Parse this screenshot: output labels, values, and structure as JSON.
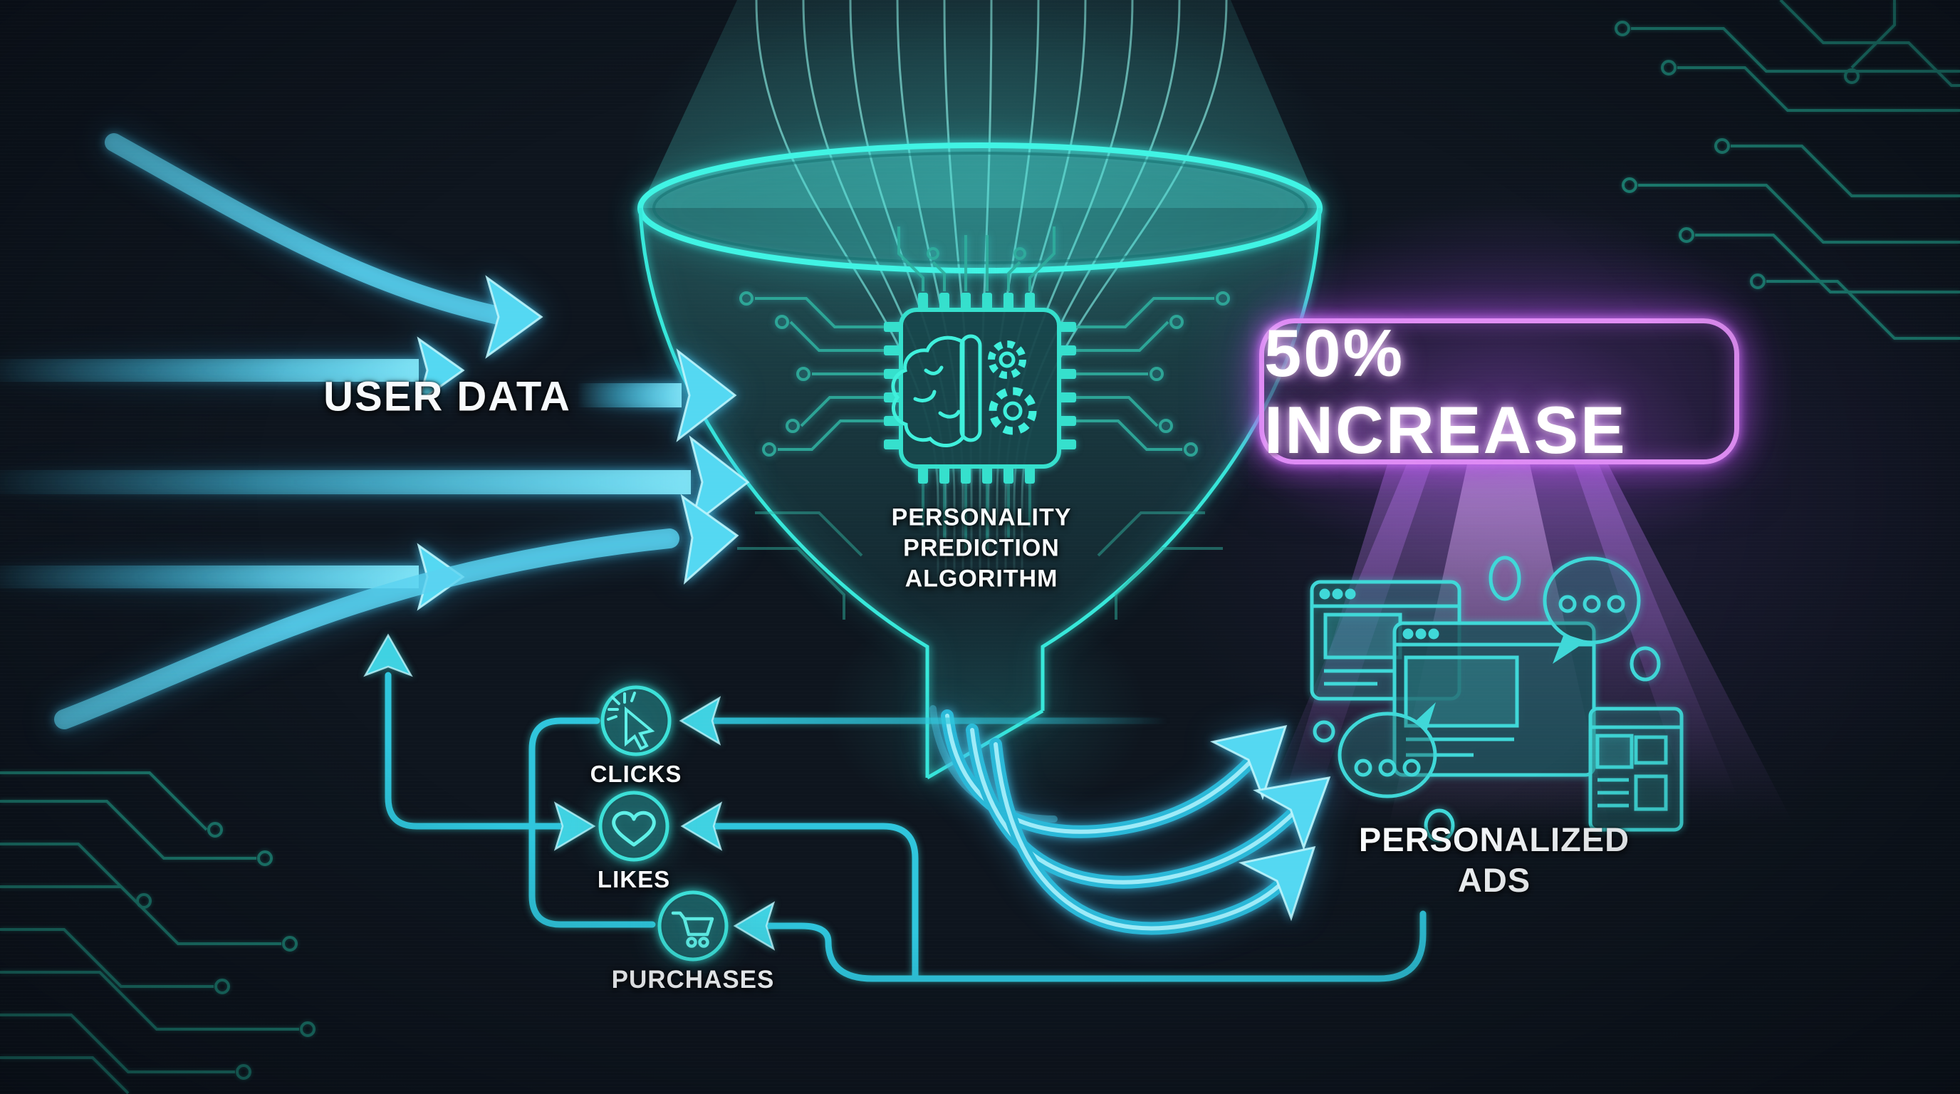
{
  "diagram": {
    "input": {
      "label": "USER DATA"
    },
    "algorithm": {
      "lines": [
        "PERSONALITY",
        "PREDICTION",
        "ALGORITHM"
      ]
    },
    "result": {
      "badge_label": "50% INCREASE"
    },
    "output": {
      "lines": [
        "PERSONALIZED",
        "ADS"
      ]
    },
    "feedback": {
      "items": [
        {
          "id": "clicks",
          "label": "CLICKS",
          "icon": "cursor-click-icon"
        },
        {
          "id": "likes",
          "label": "LIKES",
          "icon": "heart-icon"
        },
        {
          "id": "purchases",
          "label": "PURCHASES",
          "icon": "shopping-cart-icon"
        }
      ]
    },
    "colors": {
      "background": "#0e151e",
      "cyan_bright": "#41e8e0",
      "arrow_blue": "#54d8f2",
      "teal_dim": "#1f8f7f",
      "purple_neon": "#cf7df2",
      "text": "#f7fafc"
    }
  }
}
